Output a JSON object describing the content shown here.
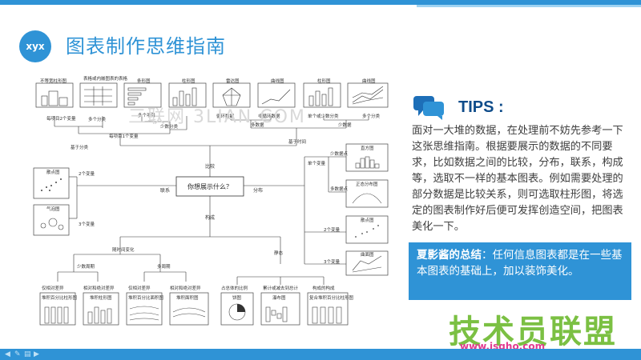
{
  "header": {
    "logo_text": "xyx",
    "title": "图表制作思维指南",
    "accent": "#2f93d6"
  },
  "watermark": "三联网 3LIAN.COM",
  "tips": {
    "icon": "chat-bubbles-icon",
    "title": "TIPS :",
    "body": "面对一大堆的数据，在处理前不妨先参考一下这张思维指南。根据要展示的数据的不同要求，比如数据之间的比较，分布，联系，构成等，选取不一样的基本图表。例如需要处理的部分数据是比较关系，则可选取柱形图，将选定的图表制作好后便可发挥创造空间，把图表美化一下。"
  },
  "summary": {
    "lead": "夏影酱的总结",
    "text": "：任何信息图表都是在一些基本图表的基础上，加以装饰美化。"
  },
  "brand": {
    "name": "技术员联盟",
    "url": "www.jsgho.com"
  },
  "mindmap": {
    "center": "你想展示什么？",
    "branches": {
      "compare": "比较",
      "distribution": "分布",
      "relation": "联系",
      "composition": "构成"
    },
    "top_charts": [
      {
        "label": "不等宽柱形图",
        "icon": "variable-width-bar-icon"
      },
      {
        "label": "表格或内嵌图表的表格",
        "icon": "table-icon"
      },
      {
        "label": "条形图",
        "icon": "horizontal-bar-icon"
      },
      {
        "label": "柱形图",
        "icon": "bar-icon"
      },
      {
        "label": "雷达图",
        "icon": "radar-icon"
      },
      {
        "label": "曲线图",
        "icon": "line-icon"
      },
      {
        "label": "柱形图",
        "icon": "bar-icon"
      },
      {
        "label": "曲线图",
        "icon": "multi-line-icon"
      }
    ],
    "top_captions": [
      "每项目2个变量",
      "多个分类",
      "多个项目",
      "循环数据",
      "非循环数据",
      "单个或少数分类",
      "多个分类"
    ],
    "top_mid": [
      "每项目1个变量",
      "少数分类",
      "多数据",
      "少数据"
    ],
    "compare_sub": [
      "基于分类",
      "基于时间"
    ],
    "relation_charts": [
      {
        "label": "散点图",
        "icon": "scatter-icon"
      },
      {
        "label": "气泡图",
        "icon": "bubble-icon"
      }
    ],
    "relation_labels": [
      "2个变量",
      "3个变量"
    ],
    "dist_labels": [
      "单个变量",
      "少数据点",
      "多数据点",
      "2个变量",
      "3个变量"
    ],
    "dist_charts": [
      {
        "label": "直方图",
        "icon": "histogram-icon"
      },
      {
        "label": "正态分布图",
        "icon": "normal-curve-icon"
      },
      {
        "label": "散点图",
        "icon": "scatter-icon"
      },
      {
        "label": "曲面图",
        "icon": "surface-icon"
      }
    ],
    "comp_sub": [
      "随时间变化",
      "静态"
    ],
    "comp_sub2": [
      "少数周期",
      "多周期"
    ],
    "bottom_labels": [
      "仅相对差异",
      "相对和绝对差异",
      "仅相对差异",
      "相对和绝对差异",
      "占总体的比例",
      "累计或减去到总计",
      "构成的构成"
    ],
    "bottom_charts": [
      {
        "label": "堆积百分比柱形图",
        "icon": "stacked-percent-bar-icon"
      },
      {
        "label": "堆积柱形图",
        "icon": "stacked-bar-icon"
      },
      {
        "label": "堆积百分比面积图",
        "icon": "stacked-percent-area-icon"
      },
      {
        "label": "堆积面积图",
        "icon": "stacked-area-icon"
      },
      {
        "label": "饼图",
        "icon": "pie-icon"
      },
      {
        "label": "瀑布图",
        "icon": "waterfall-icon"
      },
      {
        "label": "复合堆积百分比柱形图",
        "icon": "compound-stacked-bar-icon"
      }
    ]
  }
}
